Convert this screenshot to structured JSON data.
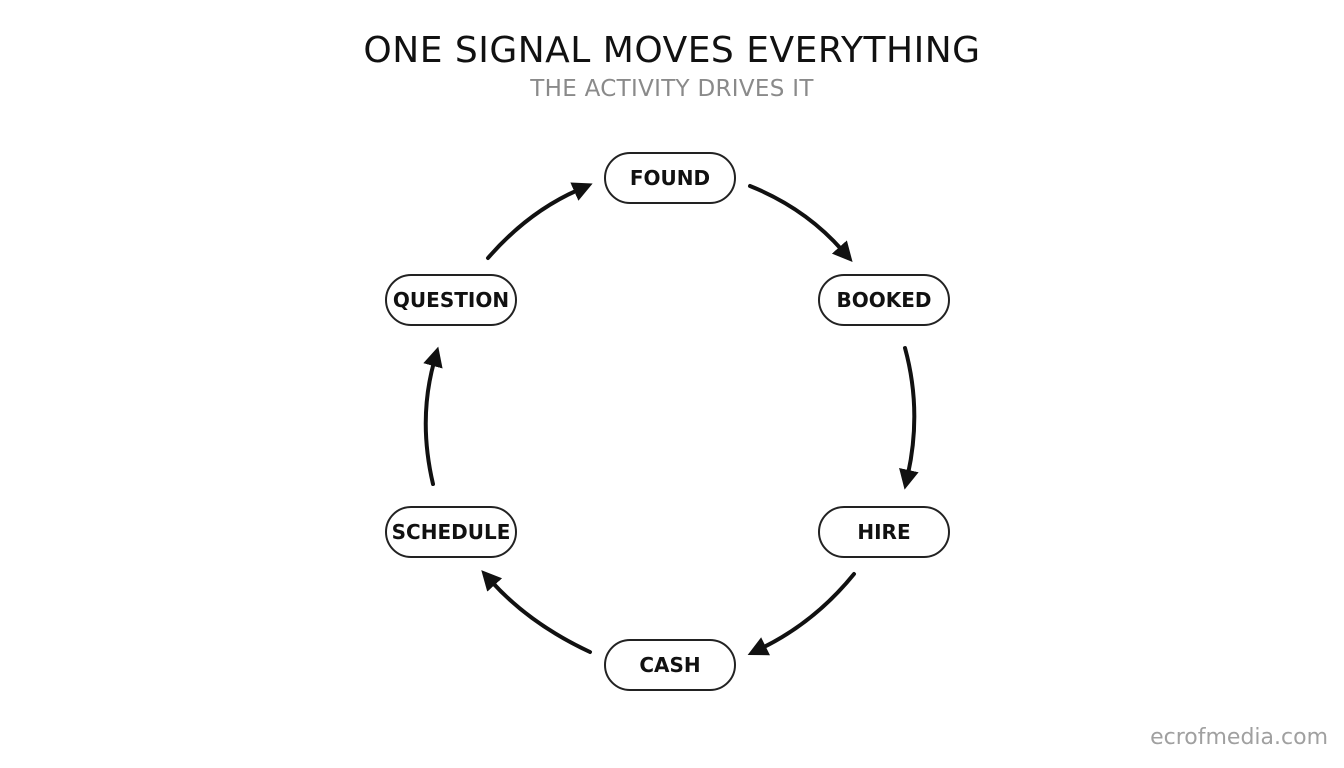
{
  "header": {
    "title": "ONE SIGNAL MOVES EVERYTHING",
    "subtitle": "THE ACTIVITY DRIVES IT"
  },
  "cycle": {
    "nodes": [
      "FOUND",
      "BOOKED",
      "HIRE",
      "CASH",
      "SCHEDULE",
      "QUESTION"
    ],
    "direction": "clockwise",
    "arrow_color": "#111111",
    "node_border_color": "#222222"
  },
  "watermark": "ecrofmedia.com"
}
